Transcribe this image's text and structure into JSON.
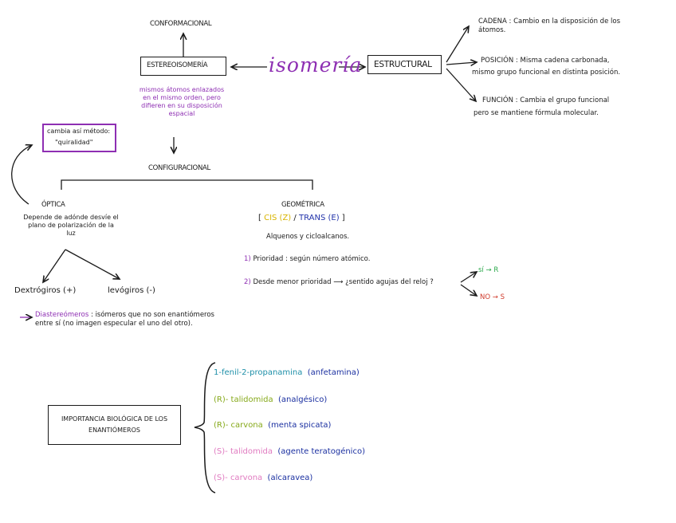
{
  "center": {
    "title": "isomería"
  },
  "left": {
    "estereo": "ESTEREOISOMERÍA",
    "conformacional": "CONFORMACIONAL",
    "desc": [
      "mismos átomos enlazados",
      "en el mismo orden, pero",
      "difieren en su disposición",
      "espacial"
    ],
    "configuracional": "CONFIGURACIONAL"
  },
  "right": {
    "estructural": "ESTRUCTURAL",
    "cadena_label": "CADENA",
    "cadena_text": [
      ": Cambio en la disposición de los",
      "átomos."
    ],
    "posicion_label": "POSICIÓN",
    "posicion_text": [
      ": Misma cadena carbonada,",
      "mismo grupo funcional en distinta posición."
    ],
    "funcion_label": "FUNCIÓN",
    "funcion_text": [
      ": Cambia el grupo funcional",
      "pero se mantiene fórmula molecular."
    ]
  },
  "optica": {
    "criterio": [
      "cambia así método:",
      "\"quiralidad\""
    ],
    "title": "ÓPTICA",
    "desc": [
      "Depende de adónde desvíe el",
      "plano de polarización de la",
      "luz"
    ],
    "dextro": "Dextrógiros (+)",
    "levo": "levógiros (-)",
    "diastereo_label": "Diastereómeros",
    "diastereo_text": [
      ": isómeros que no son enantiómeros",
      "entre sí (no imagen especular el uno del otro)."
    ]
  },
  "geometrica": {
    "title": "GEOMÉTRICA",
    "bracket_open": "[",
    "cis": "CIS (Z)",
    "slash": "/",
    "trans": "TRANS (E)",
    "bracket_close": "]",
    "subtitle": "Alquenos y cicloalcanos.",
    "step1_num": "1)",
    "step1_text": "Prioridad : según número atómico.",
    "step2_num": "2)",
    "step2_text": "Desde menor prioridad ⟶ ¿sentido agujas del reloj ?",
    "si": "sí → R",
    "no": "NO → S"
  },
  "importancia": {
    "box": [
      "IMPORTANCIA BIOLÓGICA DE LOS",
      "ENANTIÓMEROS"
    ],
    "items": [
      {
        "name": "1-fenil-2-propanamina",
        "note": "(anfetamina)"
      },
      {
        "name": "(R)- talidomida",
        "note": "(analgésico)"
      },
      {
        "name": "(R)- carvona",
        "note": "(menta spicata)"
      },
      {
        "name": "(S)- talidomida",
        "note": "(agente teratogénico)"
      },
      {
        "name": "(S)- carvona",
        "note": "(alcaravea)"
      }
    ]
  },
  "colors": {
    "ink": "#1a1a1a",
    "purple": "#8e2fb3",
    "teal": "#1e8fa8",
    "navy": "#1a2fa0",
    "olive": "#86a91a",
    "pink": "#e07ac0",
    "green": "#2aa84a",
    "red": "#d0392a",
    "yellow": "#d8b400"
  }
}
